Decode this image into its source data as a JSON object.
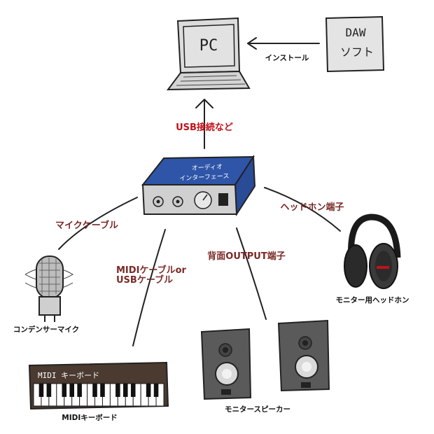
{
  "pc": {
    "label": "PC"
  },
  "daw": {
    "line1": "DAW",
    "line2": "ソフト"
  },
  "install_label": "インストール",
  "usb_label": "USB接続など",
  "interface": {
    "line1": "オーディオ",
    "line2": "インターフェース"
  },
  "mic_cable_label": "マイクケーブル",
  "midi_cable_label": {
    "line1": "MIDIケーブルor",
    "line2": "USBケーブル"
  },
  "output_label": "背面OUTPUT端子",
  "headphone_jack_label": "ヘッドホン端子",
  "mic_label": "コンデンサーマイク",
  "headphone_label": "モニター用ヘッドホン",
  "keyboard": {
    "label": "MIDIキーボード",
    "panel_text": "MIDI キーボード"
  },
  "speakers_label": "モニタースピーカー",
  "colors": {
    "interface_blue": "#2f55a8",
    "label_red": "#c0121a",
    "label_dark_red": "#7a2a26",
    "device_gray": "#d9d9d9",
    "speaker_gray": "#5a5a5a",
    "keyboard_brown": "#4a3a30"
  }
}
